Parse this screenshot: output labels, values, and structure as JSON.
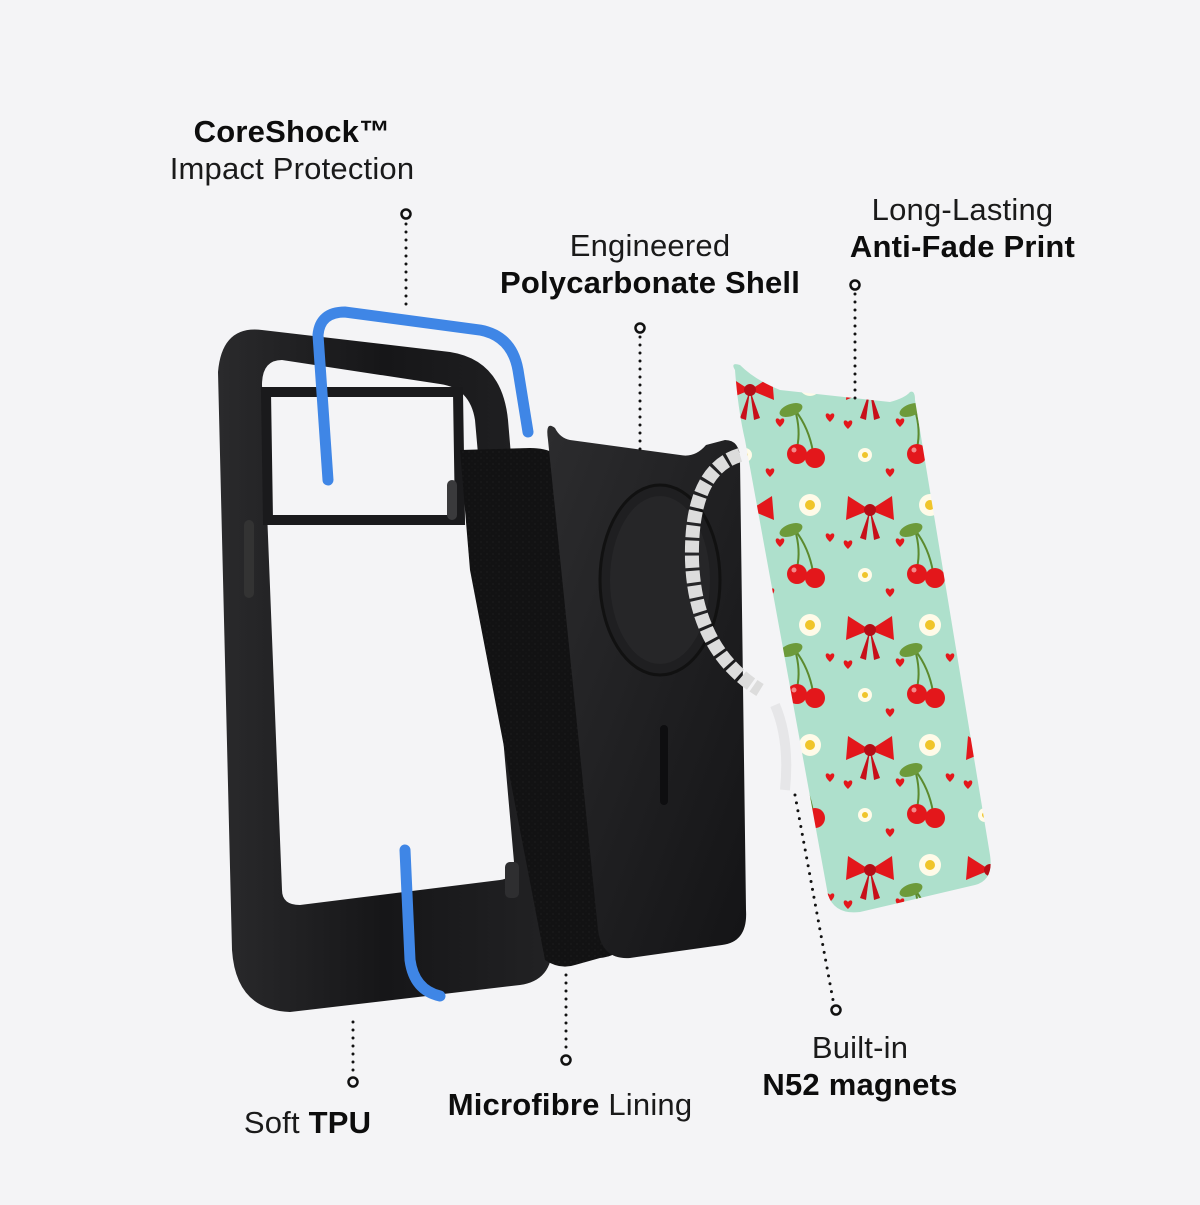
{
  "background_color": "#f4f4f6",
  "accent_colors": {
    "coreshock_blue": "#3f86e6",
    "shell_black": "#1c1c1e",
    "print_mint": "#aee0cc",
    "print_red": "#e3171b",
    "magnet_silver": "#d9d9d9"
  },
  "callouts": {
    "coreshock": {
      "line1": "CoreShock™",
      "line2": "Impact Protection"
    },
    "polycarbonate": {
      "line1": "Engineered",
      "line2": "Polycarbonate Shell"
    },
    "antifade": {
      "line1": "Long-Lasting",
      "line2": "Anti-Fade Print"
    },
    "tpu": {
      "light": "Soft ",
      "bold": "TPU"
    },
    "microfibre": {
      "bold": "Microfibre",
      "light": " Lining"
    },
    "magnets": {
      "line1": "Built-in",
      "line2": "N52 magnets"
    }
  },
  "layers": [
    {
      "name": "Soft TPU frame",
      "color": "#1c1c1e"
    },
    {
      "name": "CoreShock bumpers",
      "color": "#3f86e6"
    },
    {
      "name": "Microfibre lining",
      "color": "#111111"
    },
    {
      "name": "Polycarbonate shell",
      "color": "#232325"
    },
    {
      "name": "N52 magnet ring",
      "color": "#d9d9d9"
    },
    {
      "name": "Anti-fade print panel",
      "color": "#aee0cc"
    }
  ]
}
